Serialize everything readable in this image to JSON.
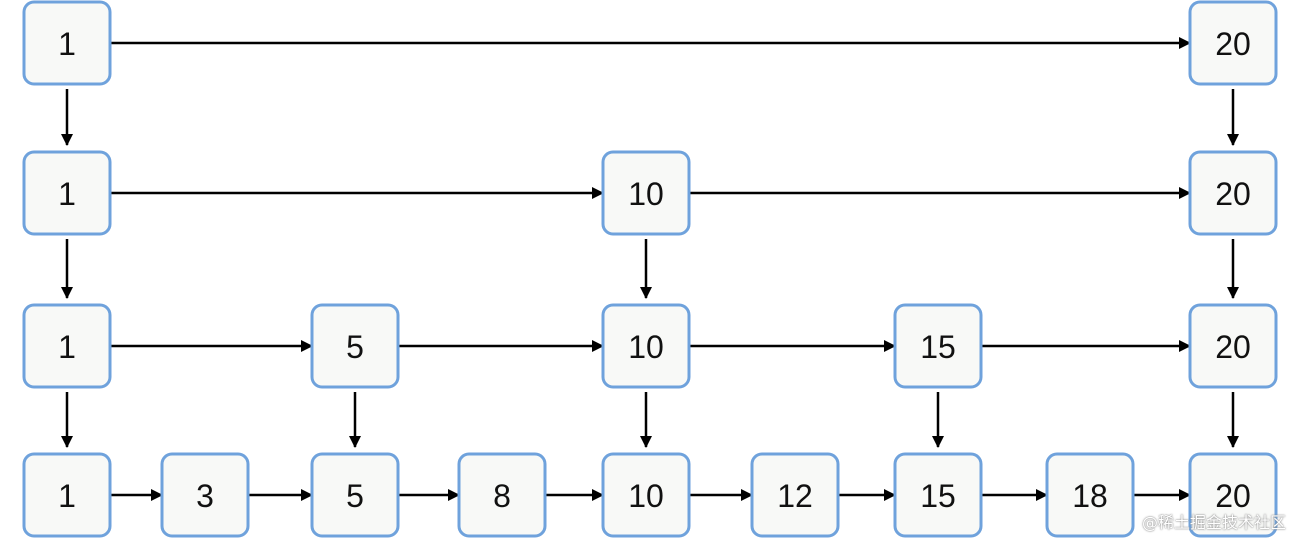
{
  "levels": [
    [
      "1",
      "20"
    ],
    [
      "1",
      "10",
      "20"
    ],
    [
      "1",
      "5",
      "10",
      "15",
      "20"
    ],
    [
      "1",
      "3",
      "5",
      "8",
      "10",
      "12",
      "15",
      "18",
      "20"
    ]
  ],
  "colors": {
    "node_border": "#6fa2dc",
    "node_fill": "#f8f9f7",
    "arrow": "#000000"
  },
  "watermark": "@稀土掘金技术社区"
}
